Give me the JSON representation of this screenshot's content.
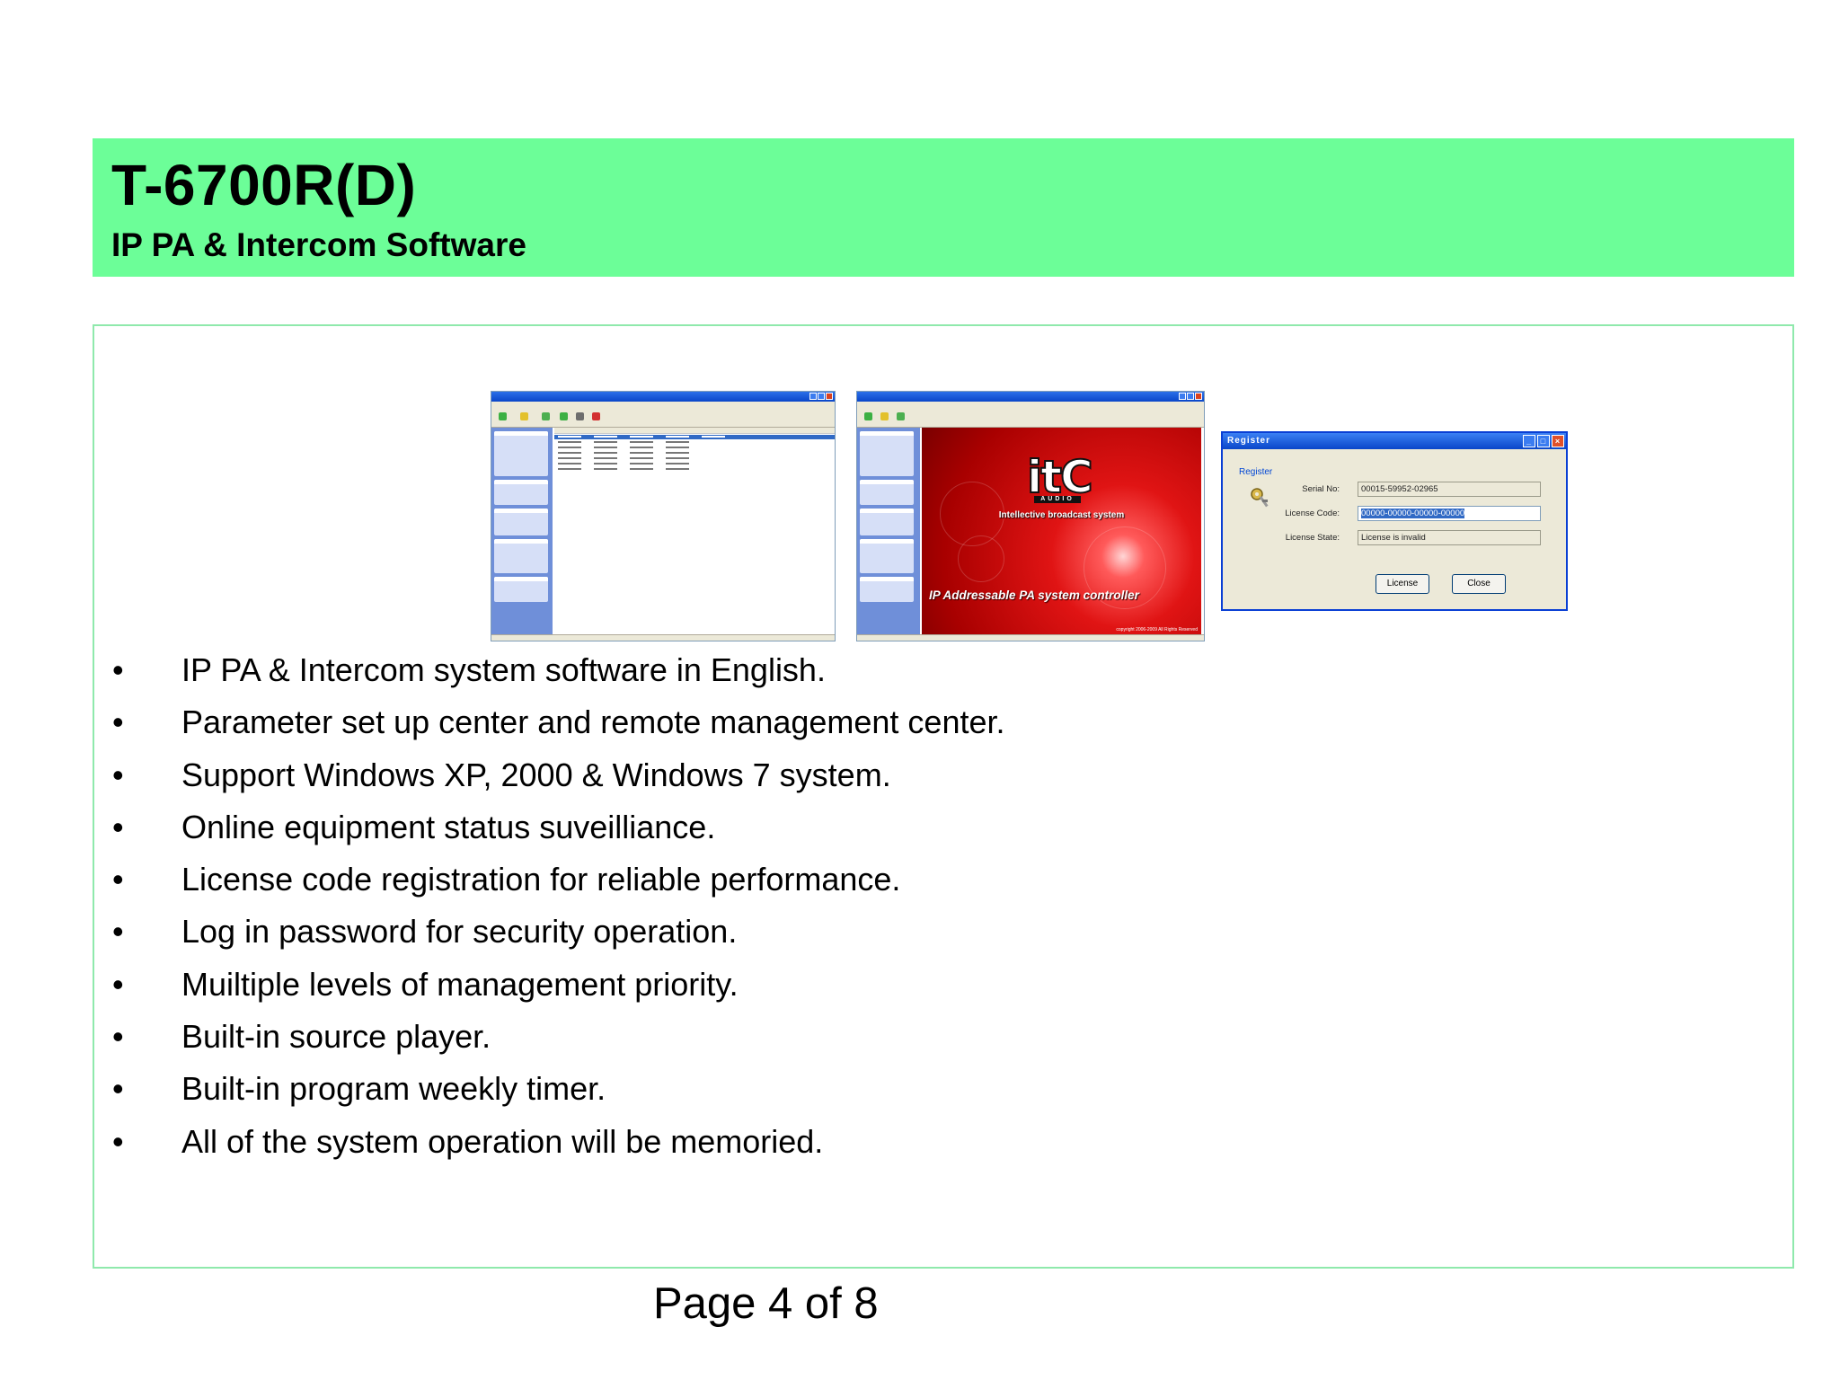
{
  "header": {
    "title": "T-6700R(D)",
    "subtitle": "IP PA & Intercom Software",
    "band_color": "#6cfe98"
  },
  "screenshots": {
    "splash": {
      "logo": "itC",
      "logo_sub": "AUDIO",
      "tagline": "Intellective broadcast system",
      "title": "IP Addressable PA system controller",
      "copyright": "copyright 2006-2009 All Rights Reserved"
    },
    "register_dialog": {
      "window_title": "Register",
      "group_label": "Register",
      "serial_label": "Serial No:",
      "serial_value": "00015-59952-02965",
      "license_code_label": "License Code:",
      "license_code_value": "00000-00000-00000-00000",
      "license_state_label": "License State:",
      "license_state_value": "License is invalid",
      "license_button": "License",
      "close_button": "Close"
    }
  },
  "features": [
    "IP PA & Intercom system software in English.",
    "Parameter set up center and remote management center.",
    "Support Windows XP, 2000 & Windows 7 system.",
    "Online equipment status suveilliance.",
    "License code registration for reliable performance.",
    "Log in password for security operation.",
    "Muiltiple levels of management priority.",
    "Built-in source player.",
    "Built-in program weekly timer.",
    "All of the system operation will be memoried."
  ],
  "bullet": "•",
  "footer": {
    "page_label": "Page 4 of 8"
  }
}
